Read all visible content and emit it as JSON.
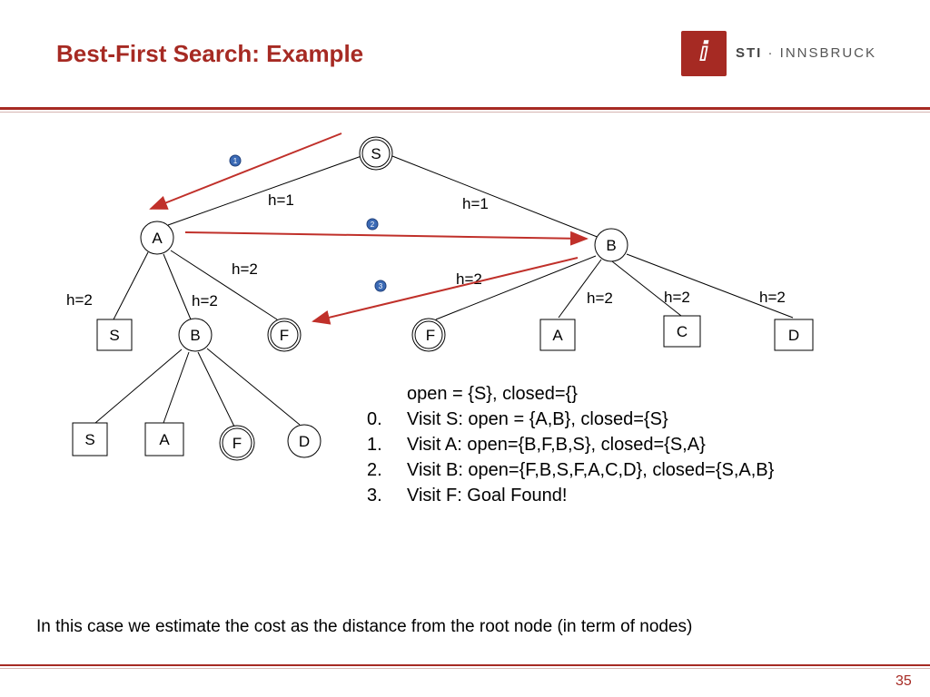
{
  "slide": {
    "title": "Best-First Search: Example",
    "logo_text_bold": "STI",
    "logo_text_rest": " · INNSBRUCK",
    "page_number": "35",
    "note": "In this case we estimate the cost as the distance from the root node (in term of nodes)"
  },
  "colors": {
    "accent": "#a62a23",
    "arrow": "#c0302a",
    "step_badge": "#3b6ab5"
  },
  "tree": {
    "root": "S",
    "level1": {
      "left": "A",
      "right": "B",
      "left_edge_h": "h=1",
      "right_edge_h": "h=1"
    },
    "a_children": {
      "s": "S",
      "b": "B",
      "f": "F",
      "h_s": "h=2",
      "h_b": "h=2",
      "h_f": "h=2"
    },
    "b_children": {
      "f": "F",
      "a": "A",
      "c": "C",
      "d": "D",
      "h_f": "h=2",
      "h_a": "h=2",
      "h_c": "h=2",
      "h_d": "h=2"
    },
    "bb_children": {
      "s": "S",
      "a": "A",
      "f": "F",
      "d": "D"
    }
  },
  "step_badges": [
    "1",
    "2",
    "3"
  ],
  "steps": [
    {
      "num": "",
      "text": "open = {S}, closed={}"
    },
    {
      "num": "0.",
      "text": "Visit S: open = {A,B}, closed={S}"
    },
    {
      "num": "1.",
      "text": "Visit A: open={B,F,B,S}, closed={S,A}"
    },
    {
      "num": "2.",
      "text": "Visit B: open={F,B,S,F,A,C,D}, closed={S,A,B}"
    },
    {
      "num": "3.",
      "text": "Visit F: Goal Found!"
    }
  ]
}
